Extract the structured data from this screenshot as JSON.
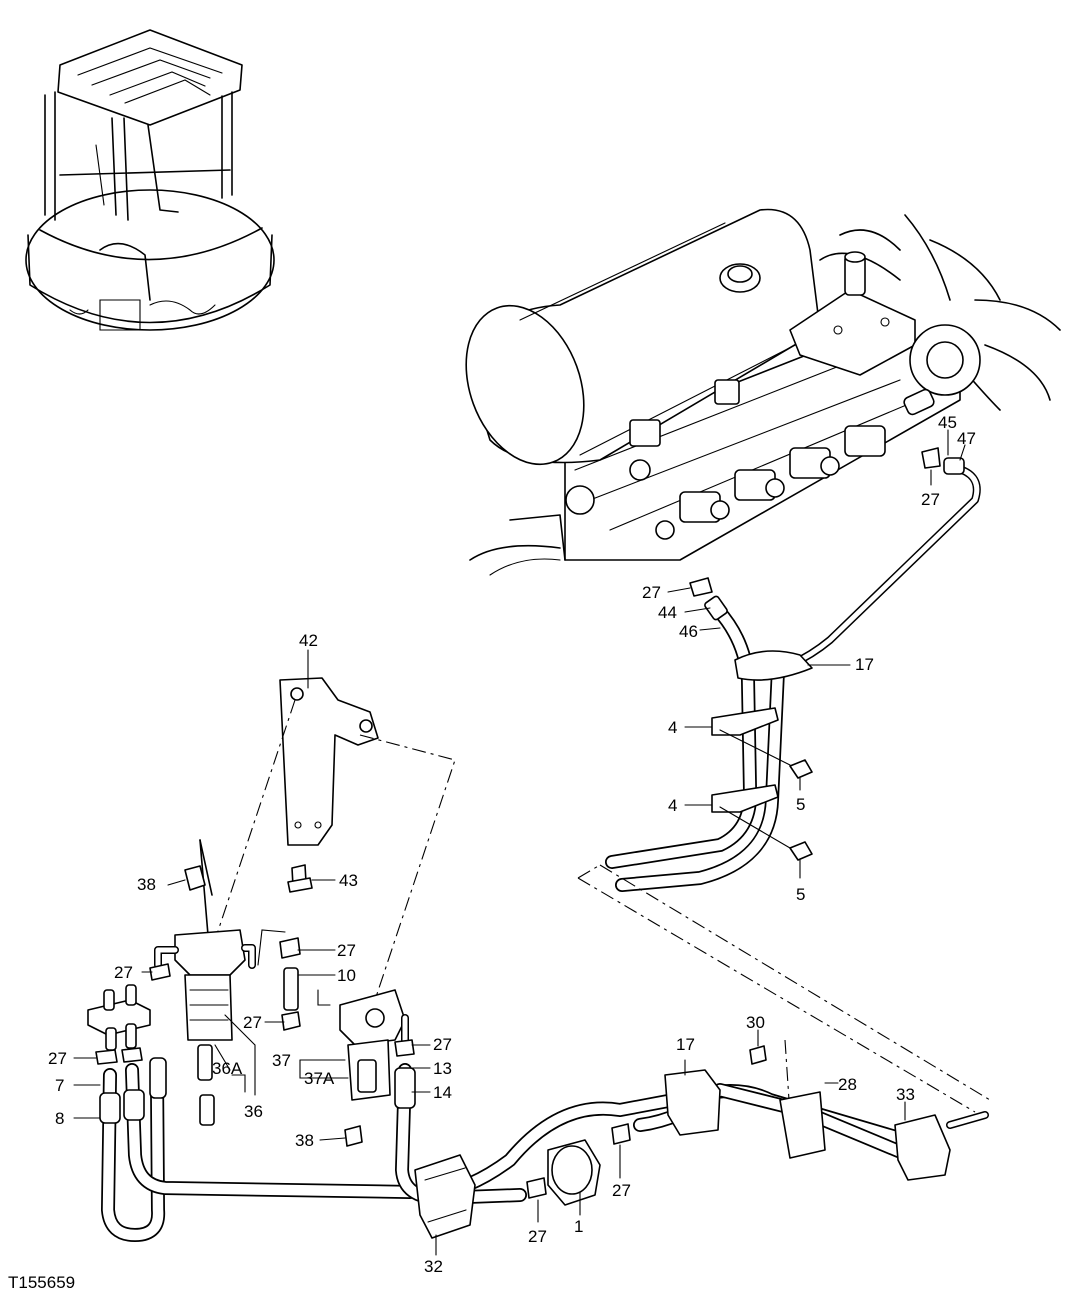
{
  "figure_id": "T155659",
  "callouts": {
    "c1": "1",
    "c4a": "4",
    "c4b": "4",
    "c5a": "5",
    "c5b": "5",
    "c7": "7",
    "c8": "8",
    "c10": "10",
    "c13": "13",
    "c14": "14",
    "c17a": "17",
    "c17b": "17",
    "c27a": "27",
    "c27b": "27",
    "c27c": "27",
    "c27d": "27",
    "c27e": "27",
    "c27f": "27",
    "c27g": "27",
    "c27h": "27",
    "c27i": "27",
    "c28": "28",
    "c30": "30",
    "c32": "32",
    "c33": "33",
    "c36": "36",
    "c36a": "36A",
    "c37": "37",
    "c37a": "37A",
    "c38a": "38",
    "c38b": "38",
    "c42": "42",
    "c43": "43",
    "c44": "44",
    "c45": "45",
    "c46": "46",
    "c47": "47"
  }
}
